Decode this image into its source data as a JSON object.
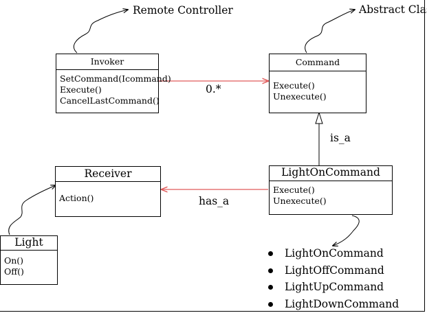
{
  "notes": {
    "remote_controller": "Remote Controller",
    "abstract_class": "Abstract Class"
  },
  "classes": {
    "invoker": {
      "name": "Invoker",
      "members": [
        "SetCommand(Icommand)",
        "Execute()",
        "CancelLastCommand()"
      ]
    },
    "command": {
      "name": "Command",
      "members": [
        "Execute()",
        "Unexecute()"
      ]
    },
    "receiver": {
      "name": "Receiver",
      "members": [
        "Action()"
      ]
    },
    "light_on_command": {
      "name": "LightOnCommand",
      "members": [
        "Execute()",
        "Unexecute()"
      ]
    },
    "light": {
      "name": "Light",
      "members": [
        "On()",
        "Off()"
      ]
    }
  },
  "relations": {
    "invoker_command_multiplicity": "0.*",
    "inheritance_label": "is_a",
    "association_label": "has_a"
  },
  "commands_list": [
    "LightOnCommand",
    "LightOffCommand",
    "LightUpCommand",
    "LightDownCommand"
  ],
  "colors": {
    "association_line": "#e05a5a",
    "outline": "#000000"
  }
}
